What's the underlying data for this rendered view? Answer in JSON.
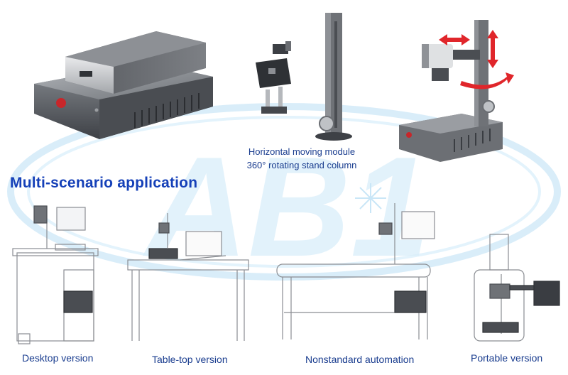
{
  "watermark": {
    "text": "AB1",
    "color": "#9dd3f0"
  },
  "features": {
    "line1": "Horizontal moving module",
    "line2": "360° rotating stand column"
  },
  "heading": "Multi-scenario application",
  "scenarios": [
    {
      "label": "Desktop version"
    },
    {
      "label": "Table-top version"
    },
    {
      "label": "Nonstandard automation"
    },
    {
      "label": "Portable version"
    }
  ],
  "colors": {
    "heading": "#1540b8",
    "caption": "#1a3d8f",
    "arrow": "#e0262b",
    "steel": "#5a5d63"
  }
}
